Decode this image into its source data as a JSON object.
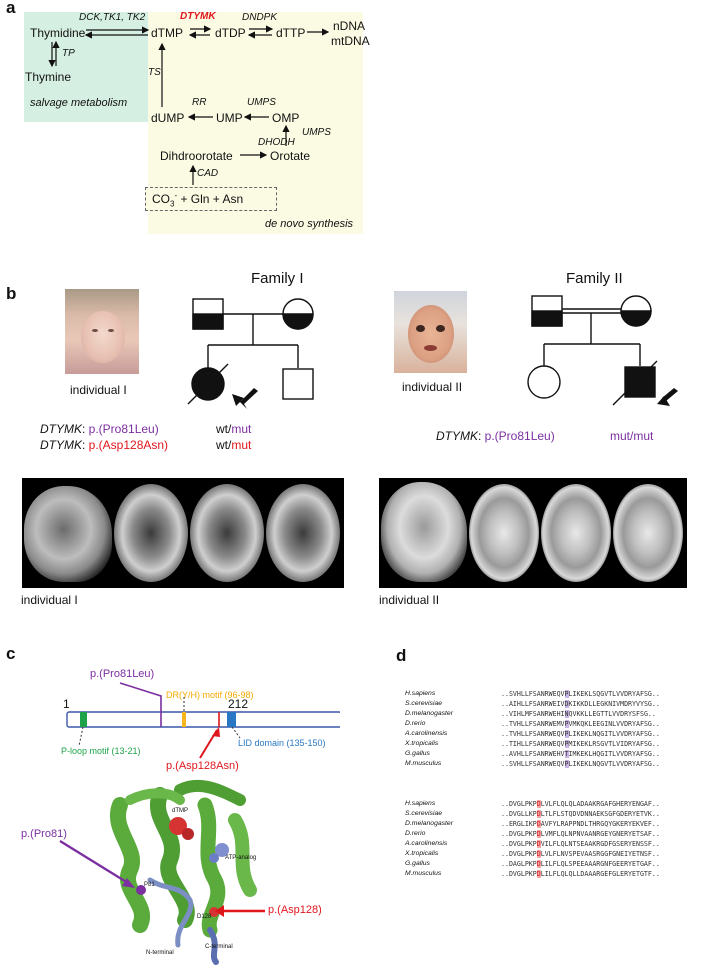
{
  "panel_a": {
    "letter": "a",
    "thymidine": "Thymidine",
    "thymine": "Thymine",
    "salvage_label": "salvage metabolism",
    "dck_enzymes": "DCK,TK1, TK2",
    "tp": "TP",
    "dtymk": "DTYMK",
    "dndpk": "DNDPK",
    "dtmp": "dTMP",
    "dtdp": "dTDP",
    "dttp": "dTTP",
    "ndna": "nDNA",
    "mtdna": "mtDNA",
    "ts": "TS",
    "rr": "RR",
    "umps1": "UMPS",
    "umps2": "UMPS",
    "dump": "dUMP",
    "ump": "UMP",
    "omp": "OMP",
    "dhodh": "DHODH",
    "dihydroorotate": "Dihdroorotate",
    "orotate": "Orotate",
    "cad": "CAD",
    "substrates_a": "CO",
    "substrates_sub": "3",
    "substrates_sup": "-",
    "substrates_b": " + Gln + Asn",
    "denovo_label": "de novo synthesis"
  },
  "panel_b": {
    "letter": "b",
    "family1": "Family I",
    "family2": "Family II",
    "individual1": "individual I",
    "individual2": "individual II",
    "gene1": "DTYMK",
    "variant1": "p.(Pro81Leu)",
    "gene2": "DTYMK",
    "variant2": "p.(Asp128Asn)",
    "geno1_wt": "wt/",
    "geno1_mut": "mut",
    "geno2_wt": "wt/",
    "geno2_mut": "mut",
    "gene3": "DTYMK",
    "variant3": "p.(Pro81Leu)",
    "geno3": "mut/mut",
    "mri_label1": "individual I",
    "mri_label2": "individual II",
    "colors": {
      "purple": "#7b2fa0",
      "red": "#e0161d"
    }
  },
  "panel_c": {
    "letter": "c",
    "start": "1",
    "end": "212",
    "pro81": "p.(Pro81Leu)",
    "dryh": "DR(Y/H) motif (96-98)",
    "ploop": "P-loop motif (13-21)",
    "asp128": "p.(Asp128Asn)",
    "lid": "LID domain (135-150)",
    "pro81_struct": "p.(Pro81)",
    "asp128_struct": "p.(Asp128)",
    "p81": "P81",
    "d128": "D128",
    "dtmp": "dTMP",
    "atp": "ATP-analog",
    "nterm": "N-terminal",
    "cterm": "C-terminal",
    "colors": {
      "ploop": "#1ea34a",
      "dryh": "#f5b51e",
      "lid": "#2a78c4",
      "bar_border": "#3a56a8",
      "helix": "#5aab3c"
    }
  },
  "panel_d": {
    "letter": "d",
    "block1": [
      {
        "species": "H.sapiens",
        "pre": "..SVHLLFSANRWEQV",
        "hl": "P",
        "post": "LIKEKLSQGVTLVVDRYAFSG.."
      },
      {
        "species": "S.cerevisiae",
        "pre": "..AIHLLFSANRWEIV",
        "hl": "D",
        "post": "KIKKDLLEGKNIVMDRYVYSG.."
      },
      {
        "species": "D.melanogaster",
        "pre": "..VIHLMFSANRWEHI",
        "hl": "N",
        "post": "QVKKLLEGTTLVVDRYSFSG.."
      },
      {
        "species": "D.rerio",
        "pre": "..TVHLLFSANRWEMV",
        "hl": "P",
        "post": "VMKQKLEEGINLVVDRYAFSG.."
      },
      {
        "species": "A.carolinensis",
        "pre": "..TVHLLFSANRWEQV",
        "hl": "P",
        "post": "LIKEKLNQGITLVVDRYAFSG.."
      },
      {
        "species": "X.tropicalis",
        "pre": "..TIHLLFSANRWEQV",
        "hl": "P",
        "post": "MIKEKLRSGVTLVIDRYAFSG.."
      },
      {
        "species": "G.gallus",
        "pre": "..AVHLLFSANRWEHV",
        "hl": "T",
        "post": "IMKEKLHQGITLVVDRYAFSG.."
      },
      {
        "species": "M.musculus",
        "pre": "..SVHLLFSANRWEQV",
        "hl": "P",
        "post": "LIKEKLNQGVTLVVDRYAFSG.."
      }
    ],
    "block2": [
      {
        "species": "H.sapiens",
        "pre": "..DVGLPKP",
        "hl": "D",
        "post": "LVLFLQLQLADAAKRGAFGHERYENGAF.."
      },
      {
        "species": "S.cerevisiae",
        "pre": "..DVGLLKP",
        "hl": "D",
        "post": "LTLFLSTQDVDNNAEKSGFGDERYETVK.."
      },
      {
        "species": "D.melanogaster",
        "pre": "..ERGLIKP",
        "hl": "D",
        "post": "AVFYLRAPPNDLTHRGQYGKERYEKVEF.."
      },
      {
        "species": "D.rerio",
        "pre": "..DVGLPKP",
        "hl": "D",
        "post": "LVMFLQLNPNVAANRGEYGNERYETSAF.."
      },
      {
        "species": "A.carolinensis",
        "pre": "..DVGLPKP",
        "hl": "D",
        "post": "VILFLQLNTSEAAKRGDFGSERYENSSF.."
      },
      {
        "species": "X.tropicalis",
        "pre": "..DVGLPKP",
        "hl": "D",
        "post": "LVLFLNVSPEVAASRGGFGNEIYETNSF.."
      },
      {
        "species": "G.gallus",
        "pre": "..DAGLPKP",
        "hl": "D",
        "post": "LILFLQLSPEEAAARGNFGEERYETGAF.."
      },
      {
        "species": "M.musculus",
        "pre": "..DVGLPKP",
        "hl": "D",
        "post": "LILFLQLQLLDAAARGEFGLERYETGTF.."
      }
    ],
    "colors": {
      "purple_hl": "#c9b3e6",
      "red_hl": "#f4a9a9"
    }
  }
}
